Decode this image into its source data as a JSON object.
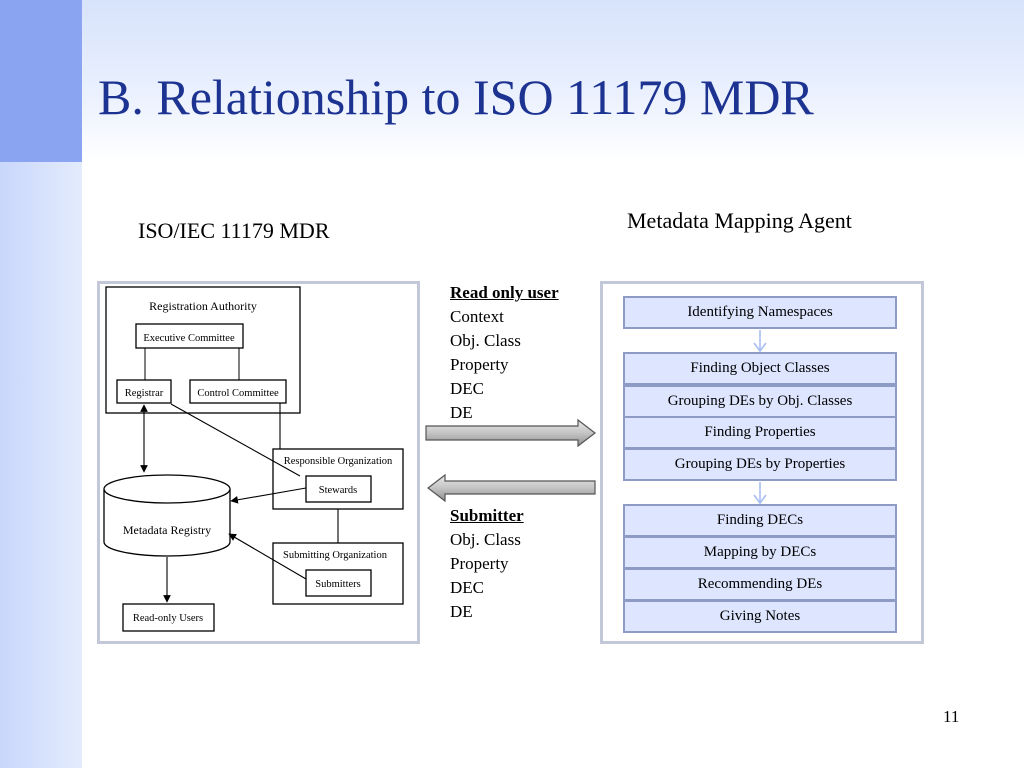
{
  "slide": {
    "title": "B. Relationship to ISO 11179 MDR",
    "page_number": "11",
    "left_heading": "ISO/IEC 11179 MDR",
    "right_heading": "Metadata Mapping Agent"
  },
  "mdr_diagram": {
    "registration_authority": "Registration Authority",
    "executive_committee": "Executive Committee",
    "registrar": "Registrar",
    "control_committee": "Control Committee",
    "responsible_organization": "Responsible Organization",
    "stewards": "Stewards",
    "metadata_registry": "Metadata Registry",
    "submitting_organization": "Submitting Organization",
    "submitters": "Submitters",
    "read_only_users": "Read-only Users"
  },
  "read_only_user": {
    "heading": "Read only user",
    "items": [
      "Context",
      "Obj. Class",
      "Property",
      "DEC",
      "DE"
    ]
  },
  "submitter": {
    "heading": "Submitter",
    "items": [
      "Obj. Class",
      "Property",
      "DEC",
      "DE"
    ]
  },
  "agent_steps": [
    "Identifying Namespaces",
    "Finding Object Classes",
    "Grouping DEs by Obj. Classes",
    "Finding Properties",
    "Grouping DEs by Properties",
    "Finding DECs",
    "Mapping by DECs",
    "Recommending DEs",
    "Giving Notes"
  ],
  "colors": {
    "title": "#1d3391",
    "accent": "#8aa4f2",
    "step_fill": "#dde5ff",
    "step_border": "#8e9bc4"
  }
}
